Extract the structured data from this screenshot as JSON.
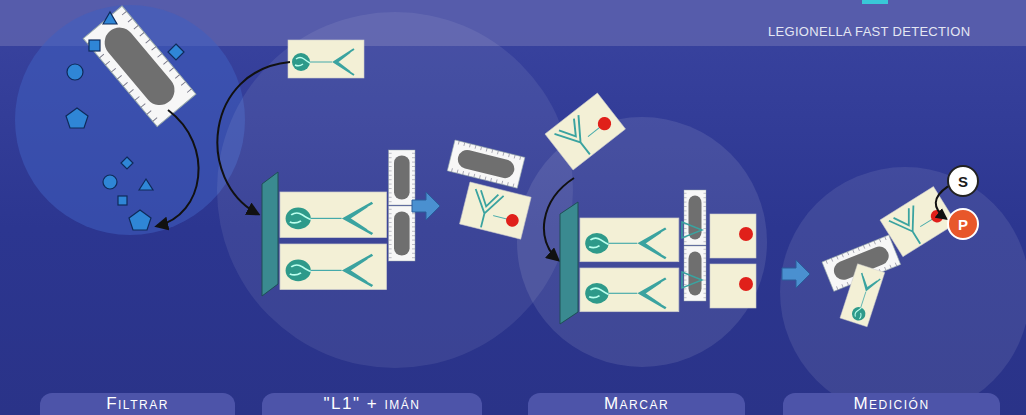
{
  "diagram": {
    "nodes": [
      {
        "text": [
          "S"
        ]
      },
      {
        "text": [
          "P"
        ]
      },
      {
        "text": [
          "Filtrar"
        ]
      },
      {
        "text": [
          "\"L1\" + imán"
        ]
      },
      {
        "text": [
          "Marcar"
        ]
      },
      {
        "text": [
          "Medición"
        ]
      }
    ],
    "edges": [
      {
        "from": 0,
        "to": 1,
        "arrow": "to"
      }
    ],
    "labels": [
      "LEGIONELLA FAST DETECTION"
    ]
  }
}
